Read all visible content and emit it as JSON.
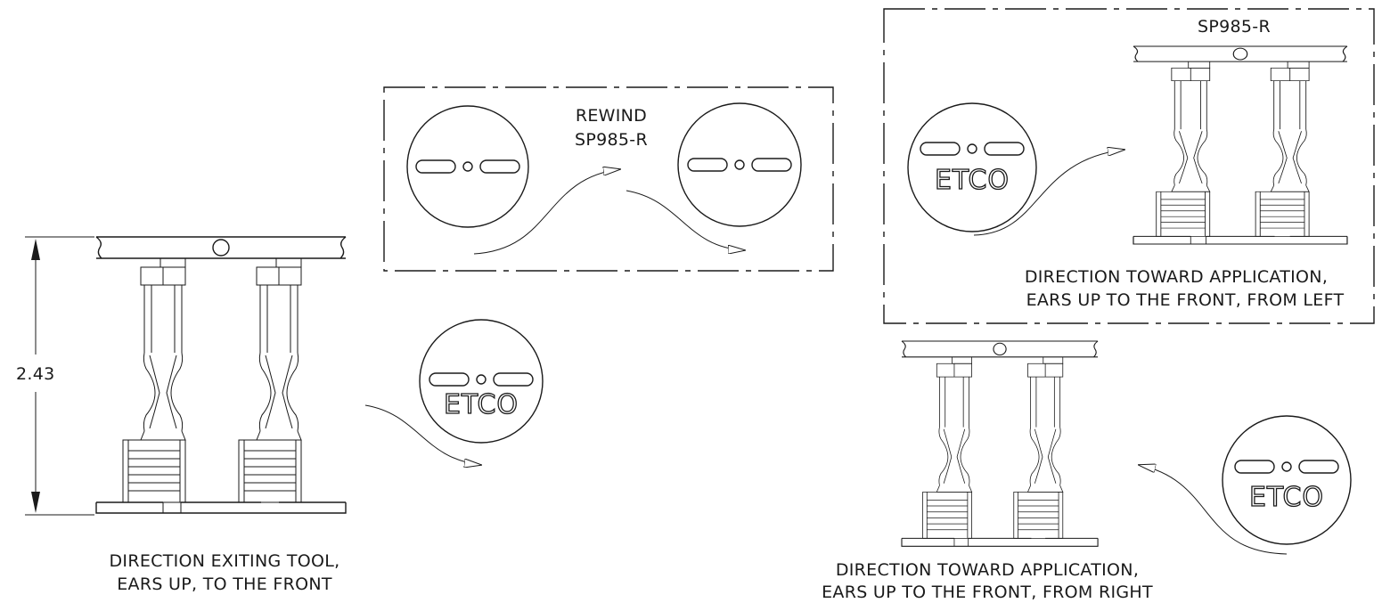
{
  "labels": {
    "rewind": "REWIND",
    "part_top": "SP985-R",
    "part_right": "SP985-R",
    "dimension": "2.43",
    "exit_line1": "DIRECTION EXITING TOOL,",
    "exit_line2": "EARS UP, TO THE FRONT",
    "left_line1": "DIRECTION TOWARD APPLICATION,",
    "left_line2": "EARS UP TO THE FRONT, FROM LEFT",
    "right_line1": "DIRECTION TOWARD APPLICATION,",
    "right_line2": "EARS UP TO THE FRONT, FROM RIGHT"
  },
  "reel_logo": "ETCO"
}
